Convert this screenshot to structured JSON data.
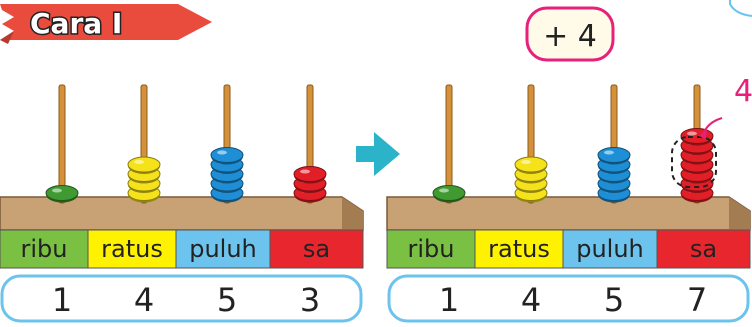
{
  "title": "Cara I",
  "operation": "+ 4",
  "added_annotation": "4",
  "place_values": [
    "ribu",
    "ratus",
    "puluh",
    "sa"
  ],
  "colors": {
    "ribu": "#7ac143",
    "ratus": "#fff200",
    "puluh": "#6cc4ee",
    "sa": "#e8262d",
    "bead_ribu": "#3f9a32",
    "bead_ratus": "#f5e21a",
    "bead_puluh": "#1e8fd6",
    "bead_sa": "#e21e26",
    "arrow": "#2bb3c9",
    "annotation": "#e8207a",
    "banner": "#e94b3c"
  },
  "abacus_before": {
    "beads": [
      1,
      4,
      5,
      3
    ],
    "digits": [
      "1",
      "4",
      "5",
      "3"
    ]
  },
  "abacus_after": {
    "beads": [
      1,
      4,
      5,
      7
    ],
    "digits": [
      "1",
      "4",
      "5",
      "7"
    ],
    "highlighted_beads_on_sa": 4
  }
}
